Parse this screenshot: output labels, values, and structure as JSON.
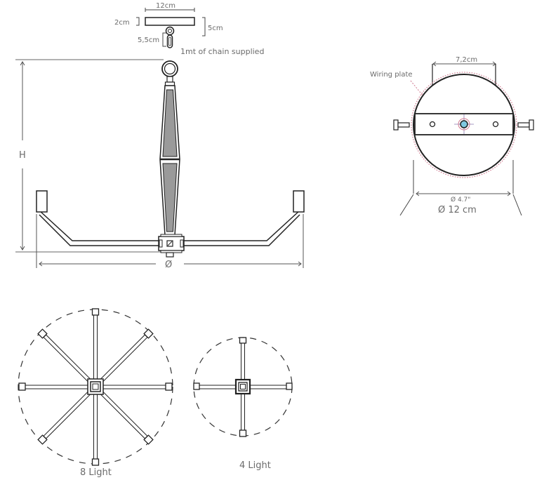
{
  "canopy_detail": {
    "width_label": "12cm",
    "thickness_label": "2cm",
    "drop_label": "5cm",
    "hook_label": "5,5cm",
    "chain_note": "1mt of chain supplied"
  },
  "elevation": {
    "height_label": "H",
    "diameter_label": "Ø"
  },
  "wiring_plate": {
    "callout_label": "Wiring plate",
    "hole_spacing_label": "7,2cm",
    "diameter_inch_label": "Ø 4.7\"",
    "diameter_cm_label": "Ø 12 cm"
  },
  "plan_views": [
    {
      "label": "8 Light",
      "arms": 8
    },
    {
      "label": "4 Light",
      "arms": 4
    }
  ],
  "colors": {
    "line": "#222222",
    "dim_line": "#555555",
    "label": "#6b6b6b",
    "panel_fill": "#9a9a9a",
    "wiring_dots": "#d07a90",
    "center_hole": "#7fc8e0"
  }
}
